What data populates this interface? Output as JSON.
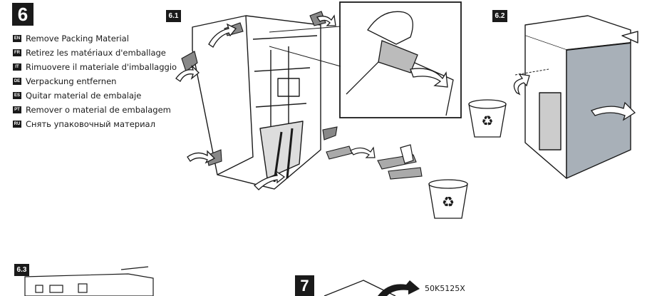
{
  "step6": {
    "number": "6",
    "instructions": [
      {
        "code": "EN",
        "text": "Remove Packing Material"
      },
      {
        "code": "FR",
        "text": "Retirez les matériaux d'emballage"
      },
      {
        "code": "IT",
        "text": "Rimuovere il materiale d'imballaggio"
      },
      {
        "code": "DE",
        "text": "Verpackung entfernen"
      },
      {
        "code": "ES",
        "text": "Quitar material de embalaje"
      },
      {
        "code": "PT",
        "text": "Remover o material de embalagem"
      },
      {
        "code": "RU",
        "text": "Снять упаковочный материал"
      }
    ],
    "substeps": [
      "6.1",
      "6.2",
      "6.3"
    ]
  },
  "step7": {
    "number": "7",
    "part_number": "50K5125X"
  }
}
